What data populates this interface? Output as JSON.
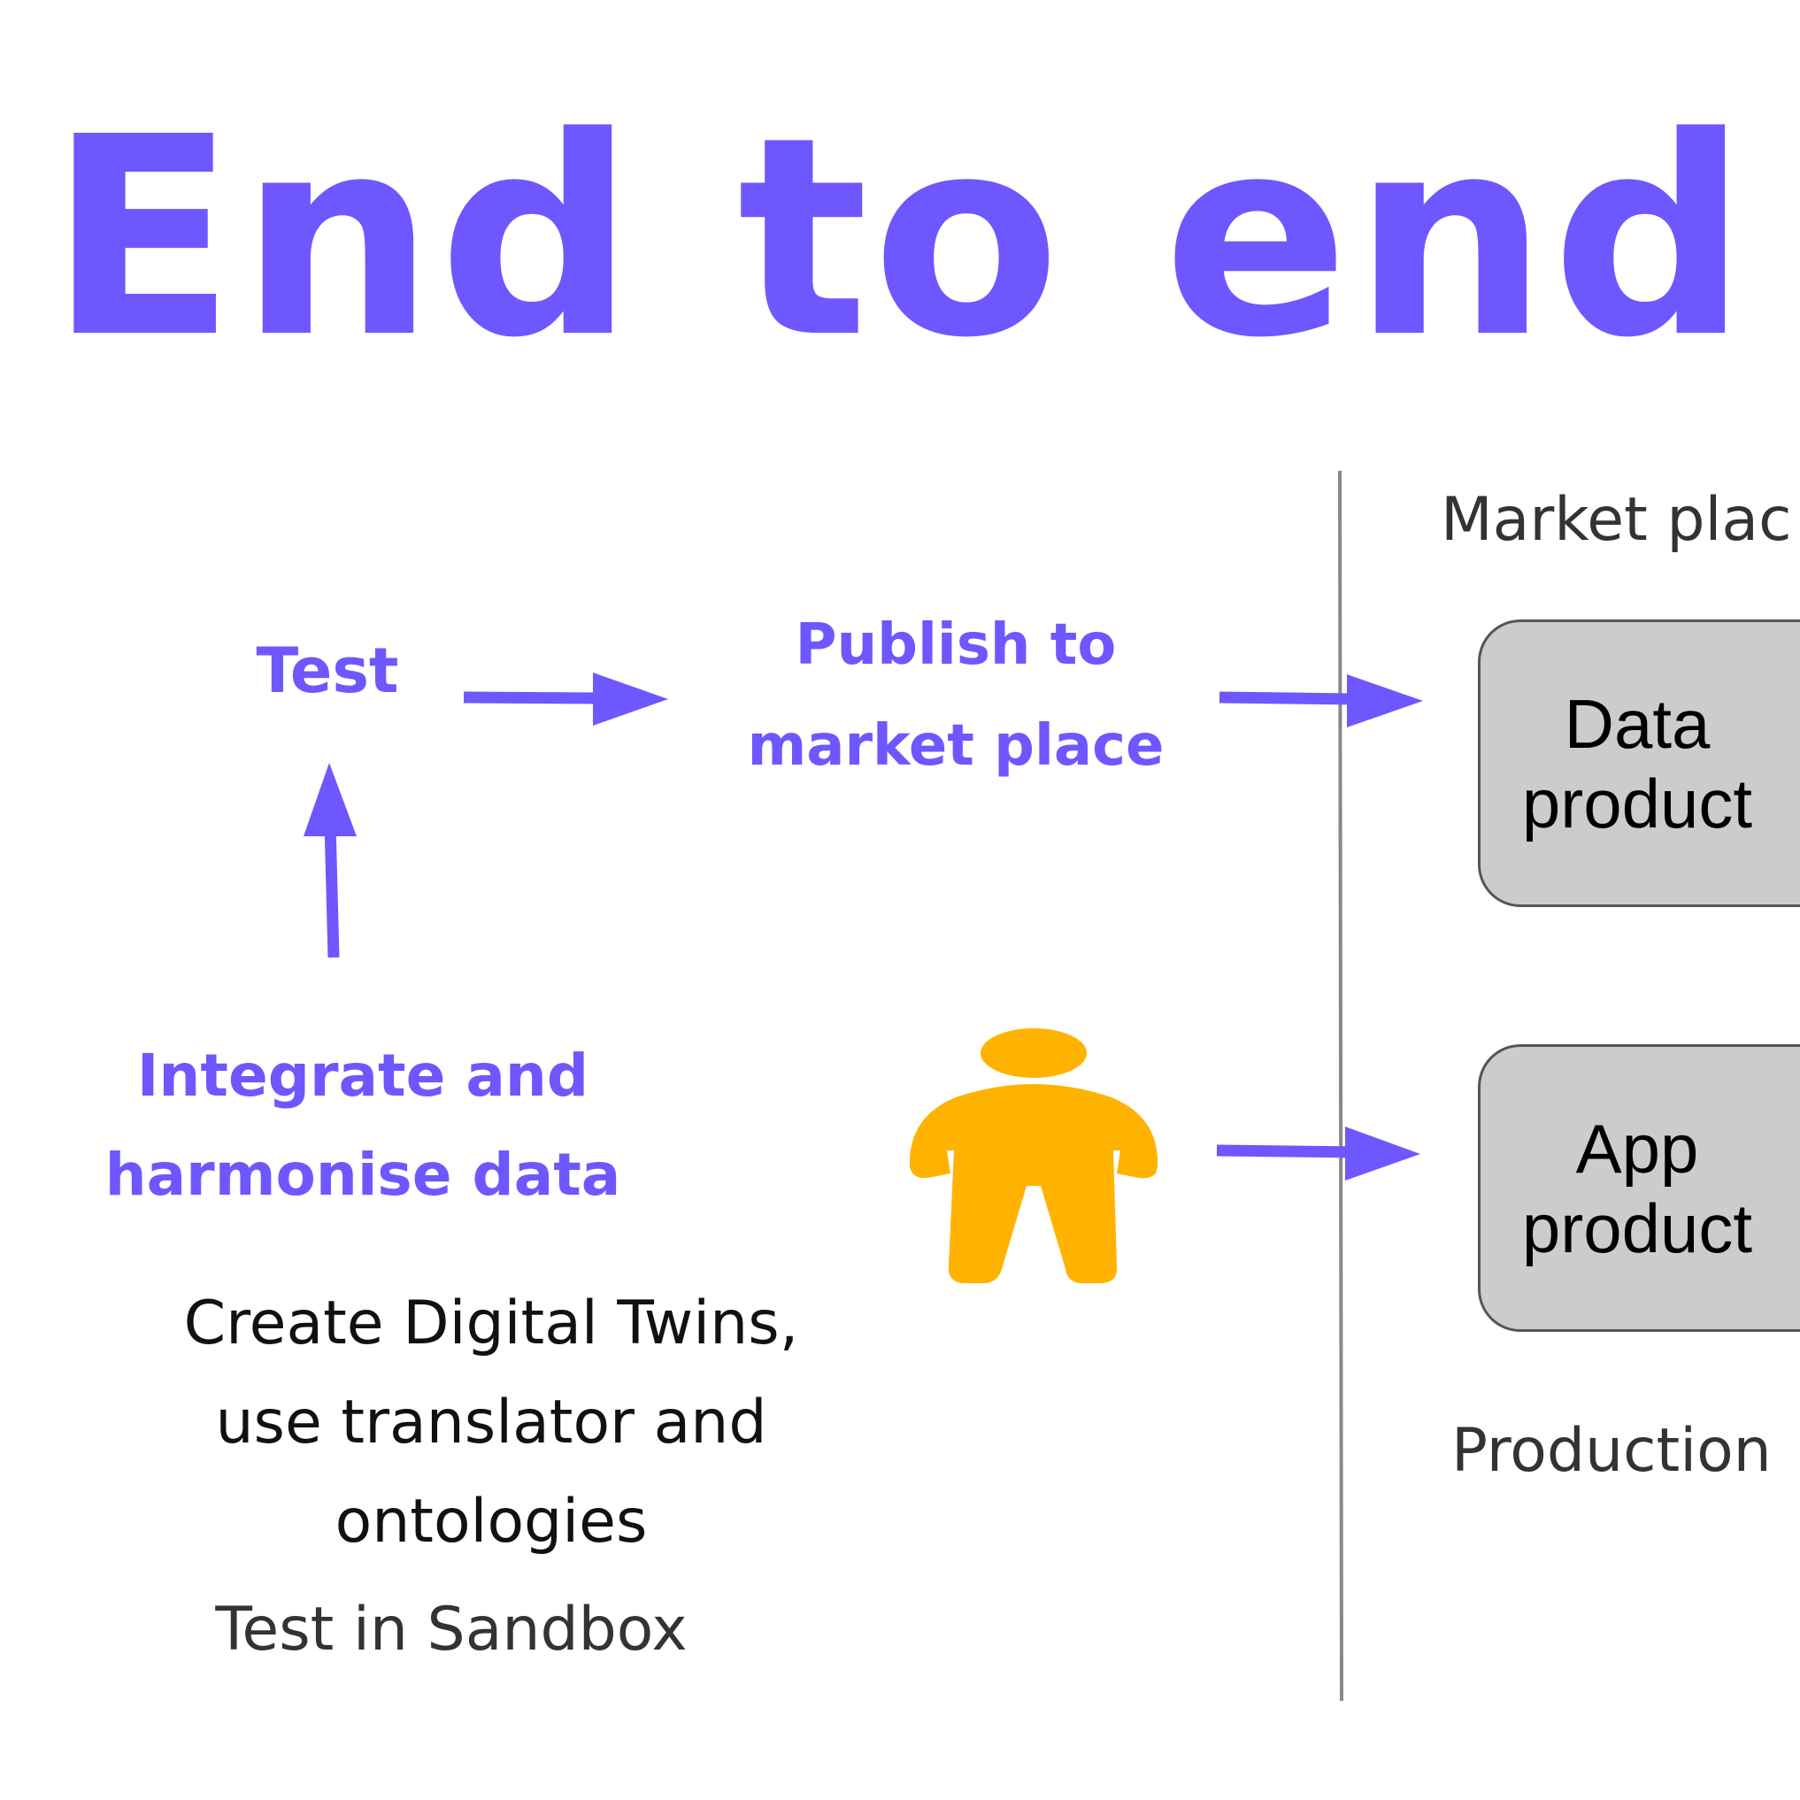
{
  "title": "End to end",
  "steps": {
    "test": "Test",
    "publish_line1": "Publish to",
    "publish_line2": "market place",
    "integrate_line1": "Integrate and",
    "integrate_line2": "harmonise data"
  },
  "description": {
    "line1": "Create Digital Twins,",
    "line2": "use translator and",
    "line3": "ontologies"
  },
  "sandbox_label": "Test in Sandbox",
  "marketplace_label": "Market plac",
  "production_label": "Production",
  "products": {
    "data": "Data\nproduct",
    "app": "App\nproduct"
  },
  "icons": {
    "person": "person-icon"
  },
  "colors": {
    "accent": "#6e57ff",
    "person": "#ffb300",
    "box_fill": "#cccccc",
    "divider": "#888888"
  }
}
